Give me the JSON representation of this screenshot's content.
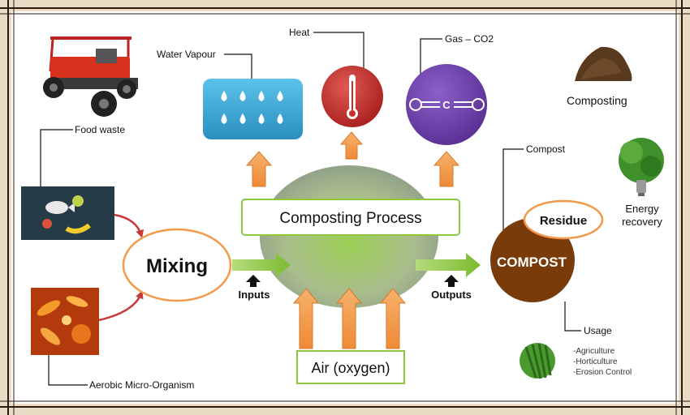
{
  "labels": {
    "water_vapour": "Water Vapour",
    "heat": "Heat",
    "gas_co2": "Gas – CO2",
    "co2_atom": "C",
    "composting_process": "Composting Process",
    "mixing": "Mixing",
    "inputs": "Inputs",
    "outputs": "Outputs",
    "air_oxygen": "Air (oxygen)",
    "food_waste": "Food waste",
    "aerobic_micro_organism": "Aerobic Micro-Organism",
    "compost_label": "Compost",
    "compost_center": "COMPOST",
    "residue": "Residue",
    "composting_side": "Composting",
    "energy_recovery_line1": "Energy",
    "energy_recovery_line2": "recovery",
    "usage": "Usage",
    "usage_items": [
      "-Agriculture",
      "-Horticulture",
      "-Erosion Control"
    ]
  },
  "colors": {
    "frame": "#c8a878",
    "border_line": "#2a1a10",
    "arrow_orange": "#f39a4a",
    "arrow_green": "#8dc63f",
    "water_box": "#3fa9d6",
    "heat_circle": "#c9302c",
    "gas_circle": "#6a3fa6",
    "compost_circle": "#7a3b0a",
    "red_curve": "#c83a3a"
  }
}
